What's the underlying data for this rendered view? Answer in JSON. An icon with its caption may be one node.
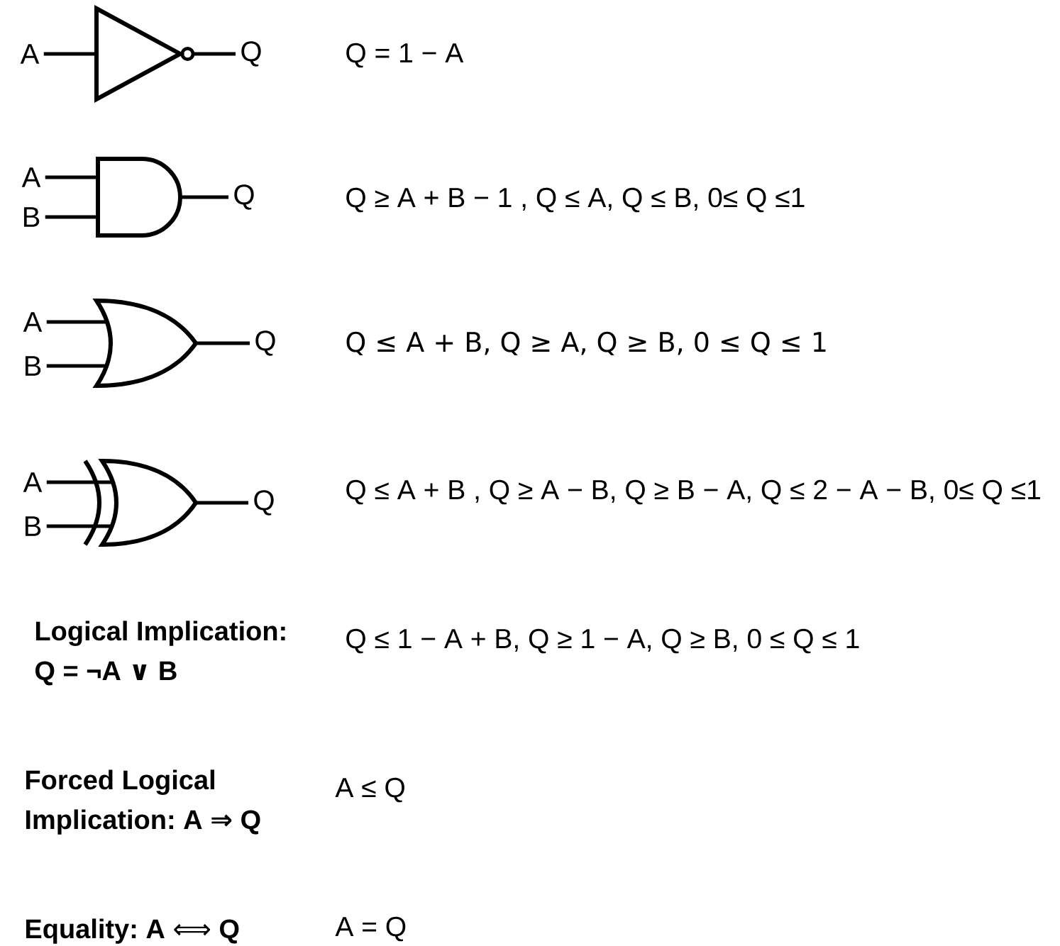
{
  "diagram": {
    "nodes": [
      {
        "text": [
          "A"
        ]
      },
      {
        "text": [],
        "shape": "not-gate"
      },
      {
        "text": [
          "Q"
        ]
      },
      {
        "text": [
          "A"
        ]
      },
      {
        "text": [
          "B"
        ]
      },
      {
        "text": [],
        "shape": "and-gate"
      },
      {
        "text": [
          "Q"
        ]
      },
      {
        "text": [
          "A"
        ]
      },
      {
        "text": [
          "B"
        ]
      },
      {
        "text": [],
        "shape": "or-gate"
      },
      {
        "text": [
          "Q"
        ]
      },
      {
        "text": [
          "A"
        ]
      },
      {
        "text": [
          "B"
        ]
      },
      {
        "text": [],
        "shape": "xor-gate"
      },
      {
        "text": [
          "Q"
        ]
      }
    ],
    "edges": [
      {
        "from": 0,
        "to": 1,
        "arrow": "none"
      },
      {
        "from": 1,
        "to": 2,
        "arrow": "other"
      },
      {
        "from": 3,
        "to": 5,
        "arrow": "none"
      },
      {
        "from": 4,
        "to": 5,
        "arrow": "none"
      },
      {
        "from": 5,
        "to": 6,
        "arrow": "none"
      },
      {
        "from": 7,
        "to": 9,
        "arrow": "none"
      },
      {
        "from": 8,
        "to": 9,
        "arrow": "none"
      },
      {
        "from": 9,
        "to": 10,
        "arrow": "none"
      },
      {
        "from": 11,
        "to": 13,
        "arrow": "none"
      },
      {
        "from": 12,
        "to": 13,
        "arrow": "none"
      },
      {
        "from": 13,
        "to": 14,
        "arrow": "none"
      }
    ],
    "labels": [
      "Q = 1 − A",
      "Q ≥ A + B − 1 , Q ≤ A, Q ≤ B, 0≤ Q ≤1",
      "Q ≤ A + B, Q ≥ A, Q ≥ B, 0 ≤ Q ≤ 1",
      "Q ≤ A + B , Q ≥ A − B, Q ≥ B − A, Q ≤ 2 − A − B, 0≤ Q ≤1",
      "Logical Implication: Q = ¬A ∨ B",
      "Q ≤ 1 − A + B, Q ≥ 1 − A, Q ≥ B, 0 ≤ Q ≤ 1",
      "Forced Logical Implication: A ⇒ Q",
      "A ≤ Q",
      "Equality: A ⟺ Q",
      "A = Q"
    ]
  }
}
